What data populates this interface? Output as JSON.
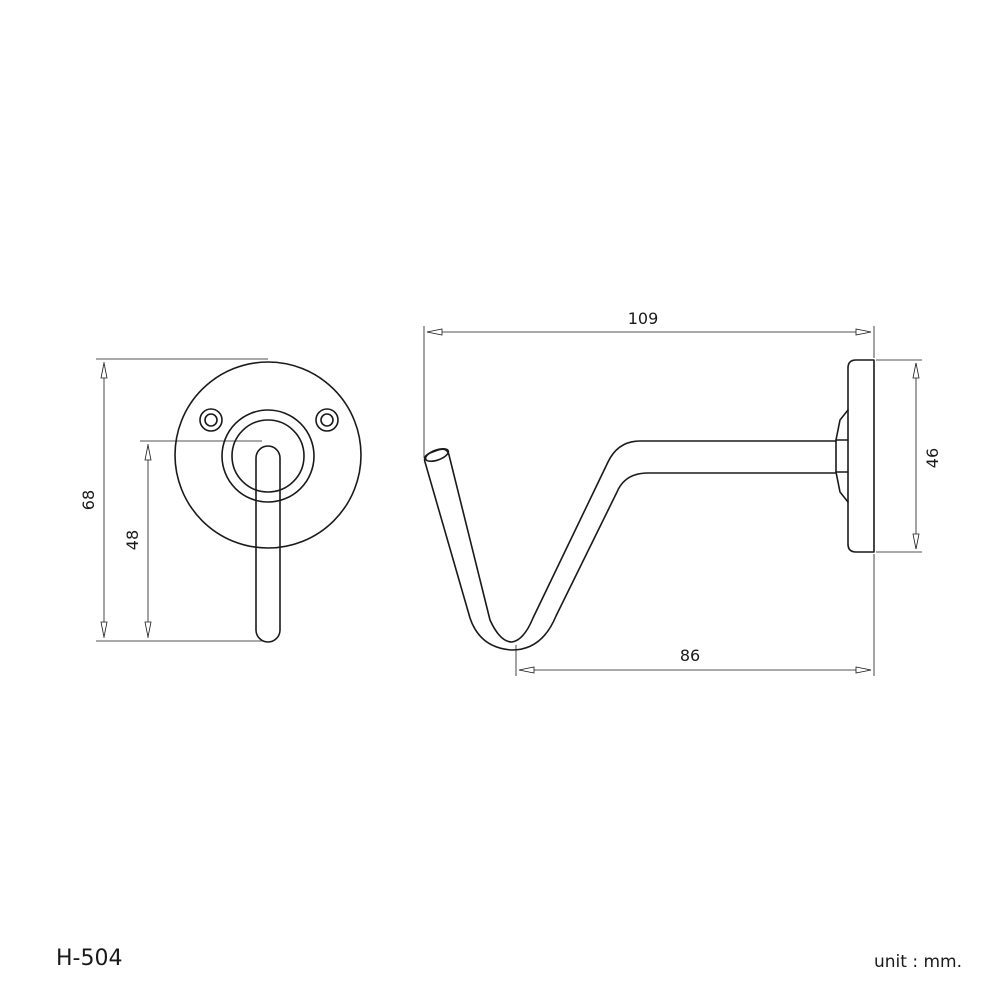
{
  "model": "H-504",
  "unit_label": "unit : mm.",
  "dimensions": {
    "front_height": "68",
    "front_hook_height": "48",
    "side_length": "109",
    "side_plate_height": "46",
    "side_projection": "86"
  }
}
